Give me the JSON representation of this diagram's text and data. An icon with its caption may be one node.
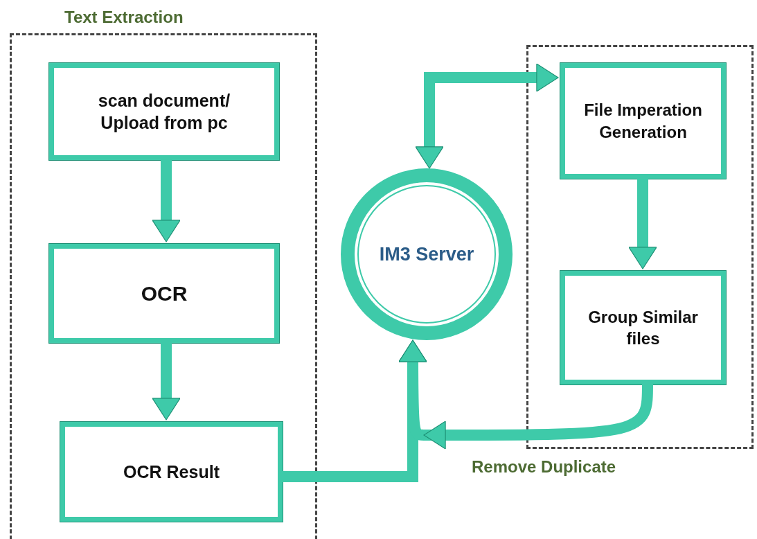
{
  "diagram": {
    "nodes": [
      {
        "text": [
          "Text Extraction"
        ]
      },
      {
        "text": [
          "scan document/ Upload from pc"
        ],
        "in": 0
      },
      {
        "text": [
          "OCR"
        ],
        "in": 0
      },
      {
        "text": [
          "OCR Result"
        ],
        "in": 0
      },
      {
        "text": [
          "IM3 Server"
        ]
      },
      {
        "text": [
          "Remove Duplicate"
        ]
      },
      {
        "text": [
          "File Imperation Generation"
        ],
        "in": 5
      },
      {
        "text": [
          "Group Similar files"
        ],
        "in": 5
      }
    ],
    "edges": [
      {
        "from": 1,
        "to": 2,
        "arrow": "to"
      },
      {
        "from": 2,
        "to": 3,
        "arrow": "to"
      },
      {
        "from": 3,
        "to": 4,
        "arrow": "to"
      },
      {
        "from": 4,
        "to": 6,
        "arrow": "both"
      },
      {
        "from": 6,
        "to": 7,
        "arrow": "to"
      },
      {
        "from": 7,
        "to": 4,
        "arrow": "to"
      }
    ]
  }
}
